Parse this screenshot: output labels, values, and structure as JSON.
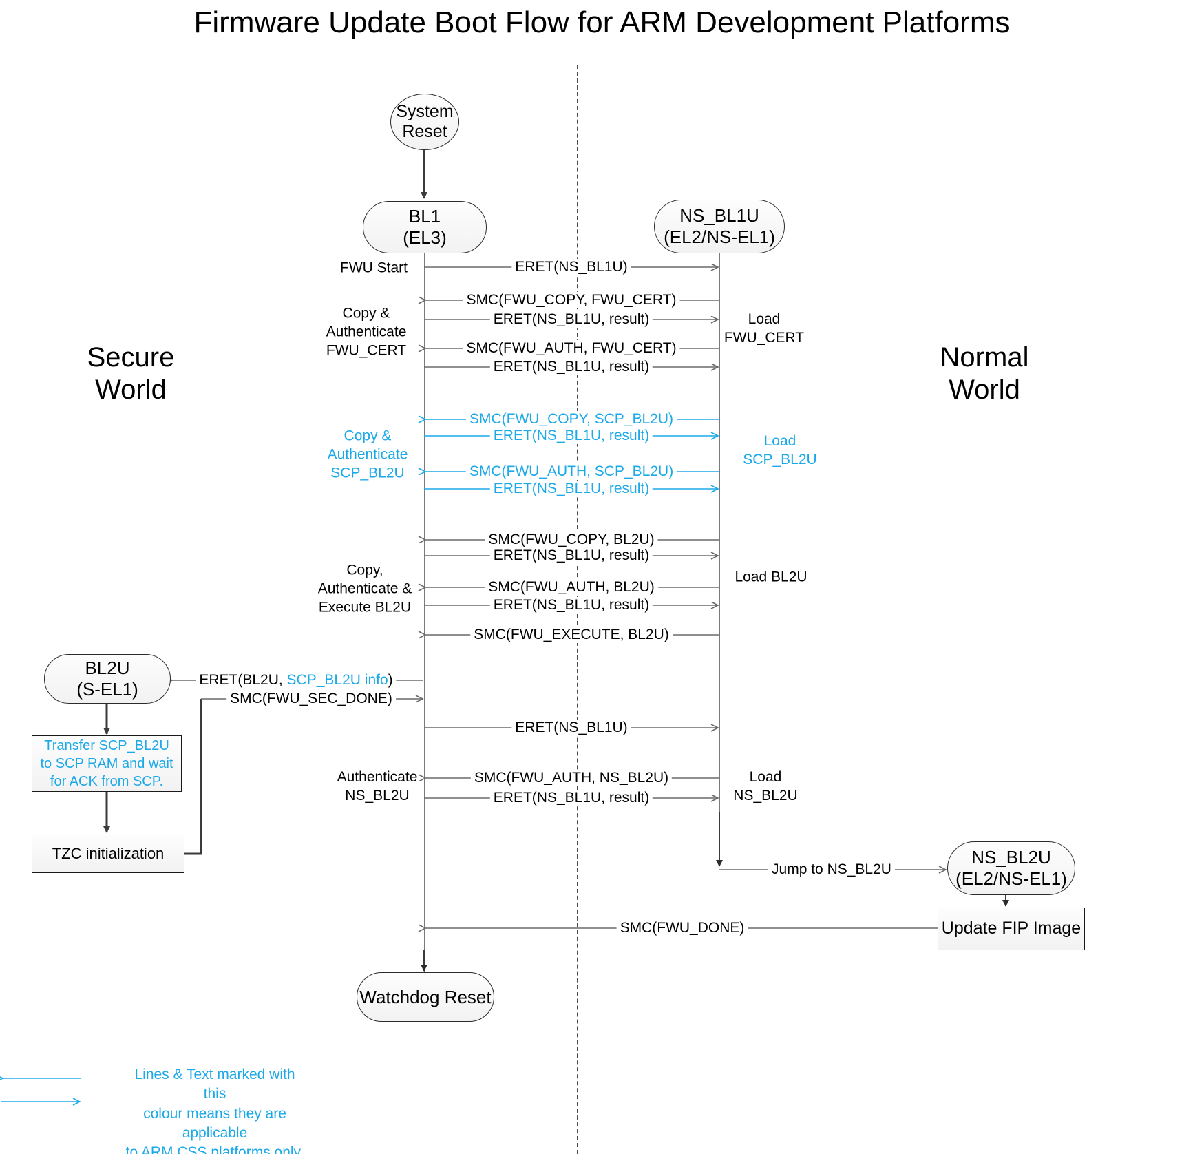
{
  "title": "Firmware Update Boot Flow for ARM Development Platforms",
  "colors": {
    "accent_cyan": "#1ca9e8",
    "line_black": "#555555",
    "node_border": "#2b2b2b",
    "node_fill": "#f4f4f4",
    "divider": "#4a4a4a"
  },
  "worlds": {
    "secure": "Secure\nWorld",
    "normal": "Normal\nWorld"
  },
  "nodes": {
    "system_reset": "System\nReset",
    "bl1": "BL1\n(EL3)",
    "ns_bl1u": "NS_BL1U\n(EL2/NS-EL1)",
    "bl2u": "BL2U\n(S-EL1)",
    "ns_bl2u": "NS_BL2U\n(EL2/NS-EL1)",
    "watchdog_reset": "Watchdog Reset",
    "transfer_scp": "Transfer SCP_BL2U to SCP RAM and wait for ACK from SCP.",
    "tzc_init": "TZC initialization",
    "update_fip": "Update FIP Image"
  },
  "messages": [
    {
      "id": "m1",
      "label": "ERET(NS_BL1U)",
      "cyan": false,
      "dir": "right"
    },
    {
      "id": "m2",
      "label": "SMC(FWU_COPY, FWU_CERT)",
      "cyan": false,
      "dir": "left"
    },
    {
      "id": "m3",
      "label": "ERET(NS_BL1U, result)",
      "cyan": false,
      "dir": "right"
    },
    {
      "id": "m4",
      "label": "SMC(FWU_AUTH, FWU_CERT)",
      "cyan": false,
      "dir": "left"
    },
    {
      "id": "m5",
      "label": "ERET(NS_BL1U, result)",
      "cyan": false,
      "dir": "right"
    },
    {
      "id": "m6",
      "label": "SMC(FWU_COPY, SCP_BL2U)",
      "cyan": true,
      "dir": "left"
    },
    {
      "id": "m7",
      "label": "ERET(NS_BL1U, result)",
      "cyan": true,
      "dir": "right"
    },
    {
      "id": "m8",
      "label": "SMC(FWU_AUTH, SCP_BL2U)",
      "cyan": true,
      "dir": "left"
    },
    {
      "id": "m9",
      "label": "ERET(NS_BL1U, result)",
      "cyan": true,
      "dir": "right"
    },
    {
      "id": "m10",
      "label": "SMC(FWU_COPY, BL2U)",
      "cyan": false,
      "dir": "left"
    },
    {
      "id": "m11",
      "label": "ERET(NS_BL1U, result)",
      "cyan": false,
      "dir": "right"
    },
    {
      "id": "m12",
      "label": "SMC(FWU_AUTH, BL2U)",
      "cyan": false,
      "dir": "left"
    },
    {
      "id": "m13",
      "label": "ERET(NS_BL1U, result)",
      "cyan": false,
      "dir": "right"
    },
    {
      "id": "m14",
      "label": "SMC(FWU_EXECUTE, BL2U)",
      "cyan": false,
      "dir": "left"
    },
    {
      "id": "m16",
      "label": "SMC(FWU_SEC_DONE)",
      "cyan": false,
      "dir": "right"
    },
    {
      "id": "m17",
      "label": "ERET(NS_BL1U)",
      "cyan": false,
      "dir": "right"
    },
    {
      "id": "m18",
      "label": "SMC(FWU_AUTH, NS_BL2U)",
      "cyan": false,
      "dir": "left"
    },
    {
      "id": "m19",
      "label": "ERET(NS_BL1U, result)",
      "cyan": false,
      "dir": "right"
    },
    {
      "id": "m20",
      "label": "Jump to NS_BL2U",
      "cyan": false,
      "dir": "right"
    },
    {
      "id": "m21",
      "label": "SMC(FWU_DONE)",
      "cyan": false,
      "dir": "left"
    }
  ],
  "eret_bl2u": {
    "prefix": "ERET(BL2U, ",
    "cyan_part": "SCP_BL2U info",
    "suffix": ")"
  },
  "side_labels": {
    "fwu_start": "FWU Start",
    "copy_auth_cert": "Copy &\nAuthenticate\nFWU_CERT",
    "load_cert": "Load\nFWU_CERT",
    "copy_auth_scp": "Copy &\nAuthenticate\nSCP_BL2U",
    "load_scp": "Load\nSCP_BL2U",
    "copy_auth_exec_bl2u": "Copy,\nAuthenticate &\nExecute BL2U",
    "load_bl2u": "Load BL2U",
    "auth_ns_bl2u": "Authenticate\nNS_BL2U",
    "load_ns_bl2u": "Load\nNS_BL2U"
  },
  "legend": {
    "text": "Lines & Text marked with this\ncolour means they are applicable\nto ARM CSS platforms only."
  }
}
